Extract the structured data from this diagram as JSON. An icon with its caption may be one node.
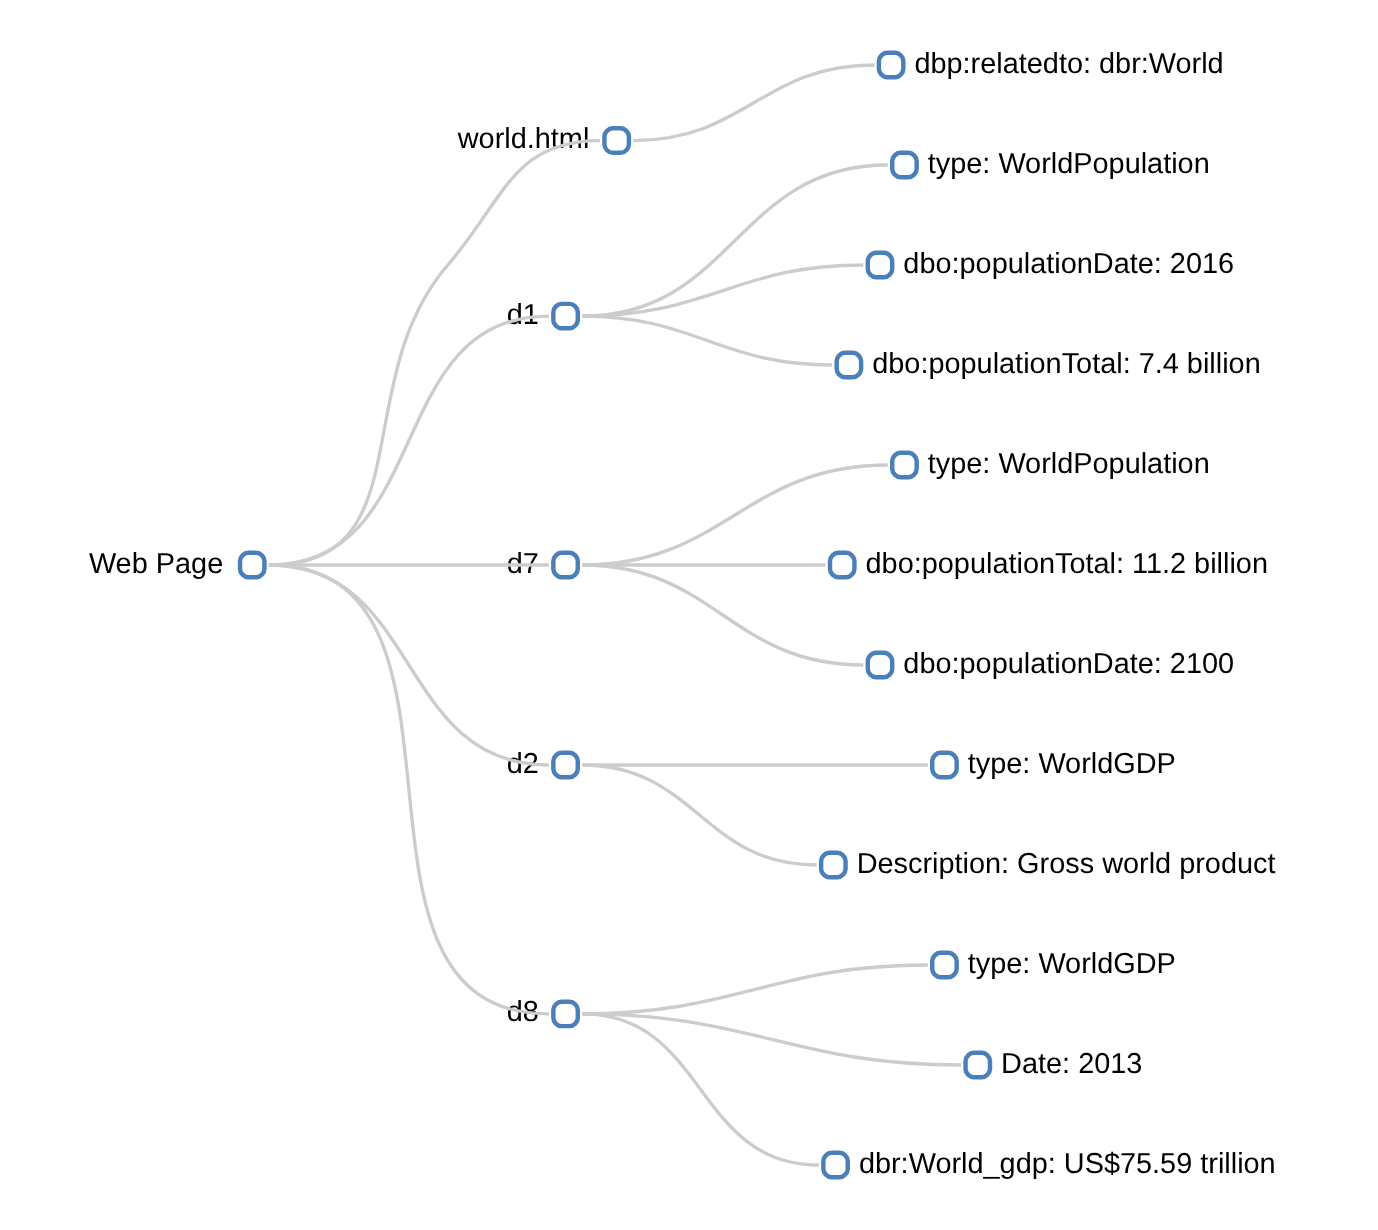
{
  "diagram": {
    "nodes": [
      {
        "text": [
          "Web Page"
        ]
      },
      {
        "text": [
          "world.html"
        ]
      },
      {
        "text": [
          "dbp:relatedto: dbr:World"
        ]
      },
      {
        "text": [
          "d1"
        ]
      },
      {
        "text": [
          "type: WorldPopulation"
        ]
      },
      {
        "text": [
          "dbo:populationDate: 2016"
        ]
      },
      {
        "text": [
          "dbo:populationTotal: 7.4 billion"
        ]
      },
      {
        "text": [
          "d7"
        ]
      },
      {
        "text": [
          "type: WorldPopulation"
        ]
      },
      {
        "text": [
          "dbo:populationTotal: 11.2 billion"
        ]
      },
      {
        "text": [
          "dbo:populationDate: 2100"
        ]
      },
      {
        "text": [
          "d2"
        ]
      },
      {
        "text": [
          "type: WorldGDP"
        ]
      },
      {
        "text": [
          "Description: Gross world product"
        ]
      },
      {
        "text": [
          "d8"
        ]
      },
      {
        "text": [
          "type: WorldGDP"
        ]
      },
      {
        "text": [
          "Date: 2013"
        ]
      },
      {
        "text": [
          "dbr:World_gdp: US$75.59 trillion"
        ]
      }
    ],
    "edges": [
      {
        "from": 0,
        "to": 1,
        "arrow": "none"
      },
      {
        "from": 0,
        "to": 3,
        "arrow": "none"
      },
      {
        "from": 0,
        "to": 7,
        "arrow": "none"
      },
      {
        "from": 0,
        "to": 11,
        "arrow": "none"
      },
      {
        "from": 0,
        "to": 14,
        "arrow": "none"
      },
      {
        "from": 1,
        "to": 2,
        "arrow": "none"
      },
      {
        "from": 3,
        "to": 4,
        "arrow": "none"
      },
      {
        "from": 3,
        "to": 5,
        "arrow": "none"
      },
      {
        "from": 3,
        "to": 6,
        "arrow": "none"
      },
      {
        "from": 7,
        "to": 8,
        "arrow": "none"
      },
      {
        "from": 7,
        "to": 9,
        "arrow": "none"
      },
      {
        "from": 7,
        "to": 10,
        "arrow": "none"
      },
      {
        "from": 11,
        "to": 12,
        "arrow": "none"
      },
      {
        "from": 11,
        "to": 13,
        "arrow": "none"
      },
      {
        "from": 14,
        "to": 15,
        "arrow": "none"
      },
      {
        "from": 14,
        "to": 16,
        "arrow": "none"
      },
      {
        "from": 14,
        "to": 17,
        "arrow": "none"
      }
    ]
  }
}
